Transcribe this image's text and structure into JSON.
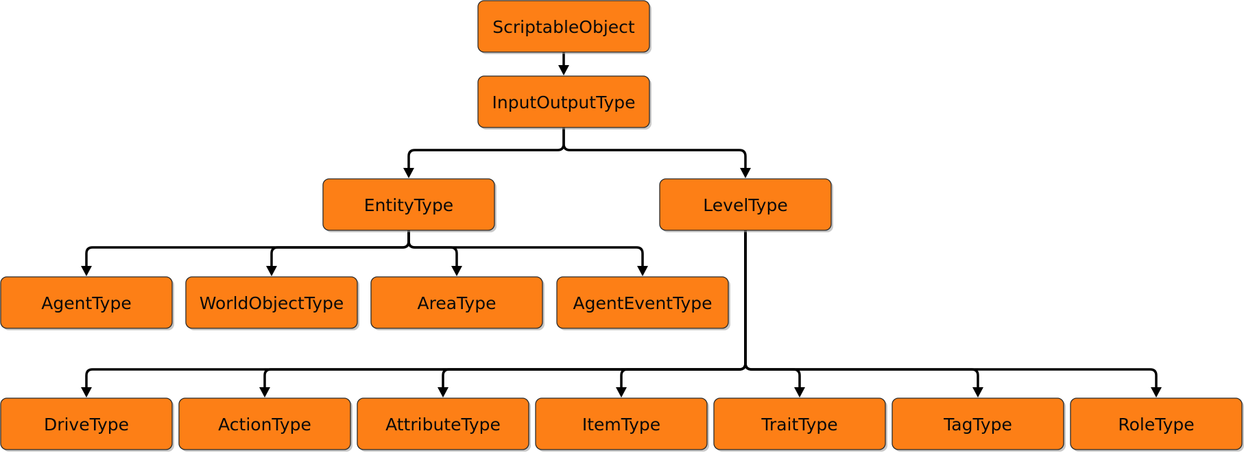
{
  "diagram": {
    "type": "class-hierarchy",
    "nodes": [
      {
        "id": "scriptable_object",
        "label": "ScriptableObject"
      },
      {
        "id": "input_output_type",
        "label": "InputOutputType"
      },
      {
        "id": "entity_type",
        "label": "EntityType"
      },
      {
        "id": "level_type",
        "label": "LevelType"
      },
      {
        "id": "agent_type",
        "label": "AgentType"
      },
      {
        "id": "world_object_type",
        "label": "WorldObjectType"
      },
      {
        "id": "area_type",
        "label": "AreaType"
      },
      {
        "id": "agent_event_type",
        "label": "AgentEventType"
      },
      {
        "id": "drive_type",
        "label": "DriveType"
      },
      {
        "id": "action_type",
        "label": "ActionType"
      },
      {
        "id": "attribute_type",
        "label": "AttributeType"
      },
      {
        "id": "item_type",
        "label": "ItemType"
      },
      {
        "id": "trait_type",
        "label": "TraitType"
      },
      {
        "id": "tag_type",
        "label": "TagType"
      },
      {
        "id": "role_type",
        "label": "RoleType"
      }
    ],
    "edges": [
      {
        "from": "scriptable_object",
        "to": "input_output_type"
      },
      {
        "from": "input_output_type",
        "to": "entity_type"
      },
      {
        "from": "input_output_type",
        "to": "level_type"
      },
      {
        "from": "entity_type",
        "to": "agent_type"
      },
      {
        "from": "entity_type",
        "to": "world_object_type"
      },
      {
        "from": "entity_type",
        "to": "area_type"
      },
      {
        "from": "entity_type",
        "to": "agent_event_type"
      },
      {
        "from": "level_type",
        "to": "drive_type"
      },
      {
        "from": "level_type",
        "to": "action_type"
      },
      {
        "from": "level_type",
        "to": "attribute_type"
      },
      {
        "from": "level_type",
        "to": "item_type"
      },
      {
        "from": "level_type",
        "to": "trait_type"
      },
      {
        "from": "level_type",
        "to": "tag_type"
      },
      {
        "from": "level_type",
        "to": "role_type"
      }
    ],
    "colors": {
      "node_fill": "#fd7f16",
      "node_stroke": "#2a2a2a",
      "edge": "#000000",
      "text": "#0a0a0a"
    }
  }
}
